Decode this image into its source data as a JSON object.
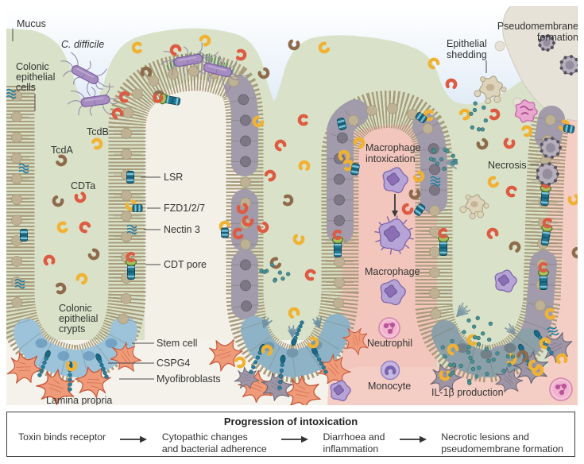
{
  "colors": {
    "lumen_green": "#d9e2c8",
    "mucus_blue": "#d9e7f4",
    "lamina_pink": "#f2c6bd",
    "lamina_cream": "#f3f0e7",
    "pseudomembrane": "#e7e2d8",
    "epithelium_fill": "#e3dac3",
    "epithelium_outline": "#8e8468",
    "nucleus": "#bfb194",
    "grey_cell": "#a19bab",
    "stem_cell_blue": "#9cc3da",
    "toxin_tcda_brown": "#8f6b4e",
    "toxin_tcdb_yellow": "#f0b233",
    "toxin_cdta_red": "#dd5b43",
    "receptor_teal": "#20758f",
    "bacteria_purple": "#a68cc0",
    "myofibroblast_orange": "#ef9a78",
    "macrophage_purple": "#b7a4d6",
    "neutrophil_pink": "#f5c3d8",
    "monocyte_lavender": "#c6b7e0",
    "il1b_teal": "#4b9195",
    "necrosis_grey": "#b6b0bc",
    "label_text": "#333333"
  },
  "labels": {
    "mucus": "Mucus",
    "c_difficile": "C. difficile",
    "colonic_epithelial_cells": [
      "Colonic",
      "epithelial",
      "cells"
    ],
    "tcdb": "TcdB",
    "tcda": "TcdA",
    "cdta": "CDTa",
    "lsr": "LSR",
    "fzd": "FZD1/2/7",
    "nectin3": "Nectin 3",
    "cdt_pore": "CDT pore",
    "colonic_epithelial_crypts": [
      "Colonic",
      "epithelial",
      "crypts"
    ],
    "stem_cell": "Stem cell",
    "cspg4": "CSPG4",
    "myofibroblasts": "Myofibroblasts",
    "lamina_propria": "Lamina propria",
    "macrophage_intoxication": [
      "Macrophage",
      "intoxication"
    ],
    "macrophage": "Macrophage",
    "neutrophil": "Neutrophil",
    "monocyte": "Monocyte",
    "il1b_production": "IL-1β production",
    "epithelial_shedding": [
      "Epithelial",
      "shedding"
    ],
    "pseudomembrane_formation": [
      "Pseudomembrane",
      "formation"
    ],
    "necrosis": "Necrosis"
  },
  "progression": {
    "title": "Progression of intoxication",
    "steps": [
      {
        "lines": [
          "Toxin binds receptor",
          ""
        ]
      },
      {
        "lines": [
          "Cytopathic changes",
          "and bacterial adherence"
        ]
      },
      {
        "lines": [
          "Diarrhoea and",
          "inflammation"
        ]
      },
      {
        "lines": [
          "Necrotic lesions and",
          "pseudomembrane formation"
        ]
      }
    ]
  }
}
